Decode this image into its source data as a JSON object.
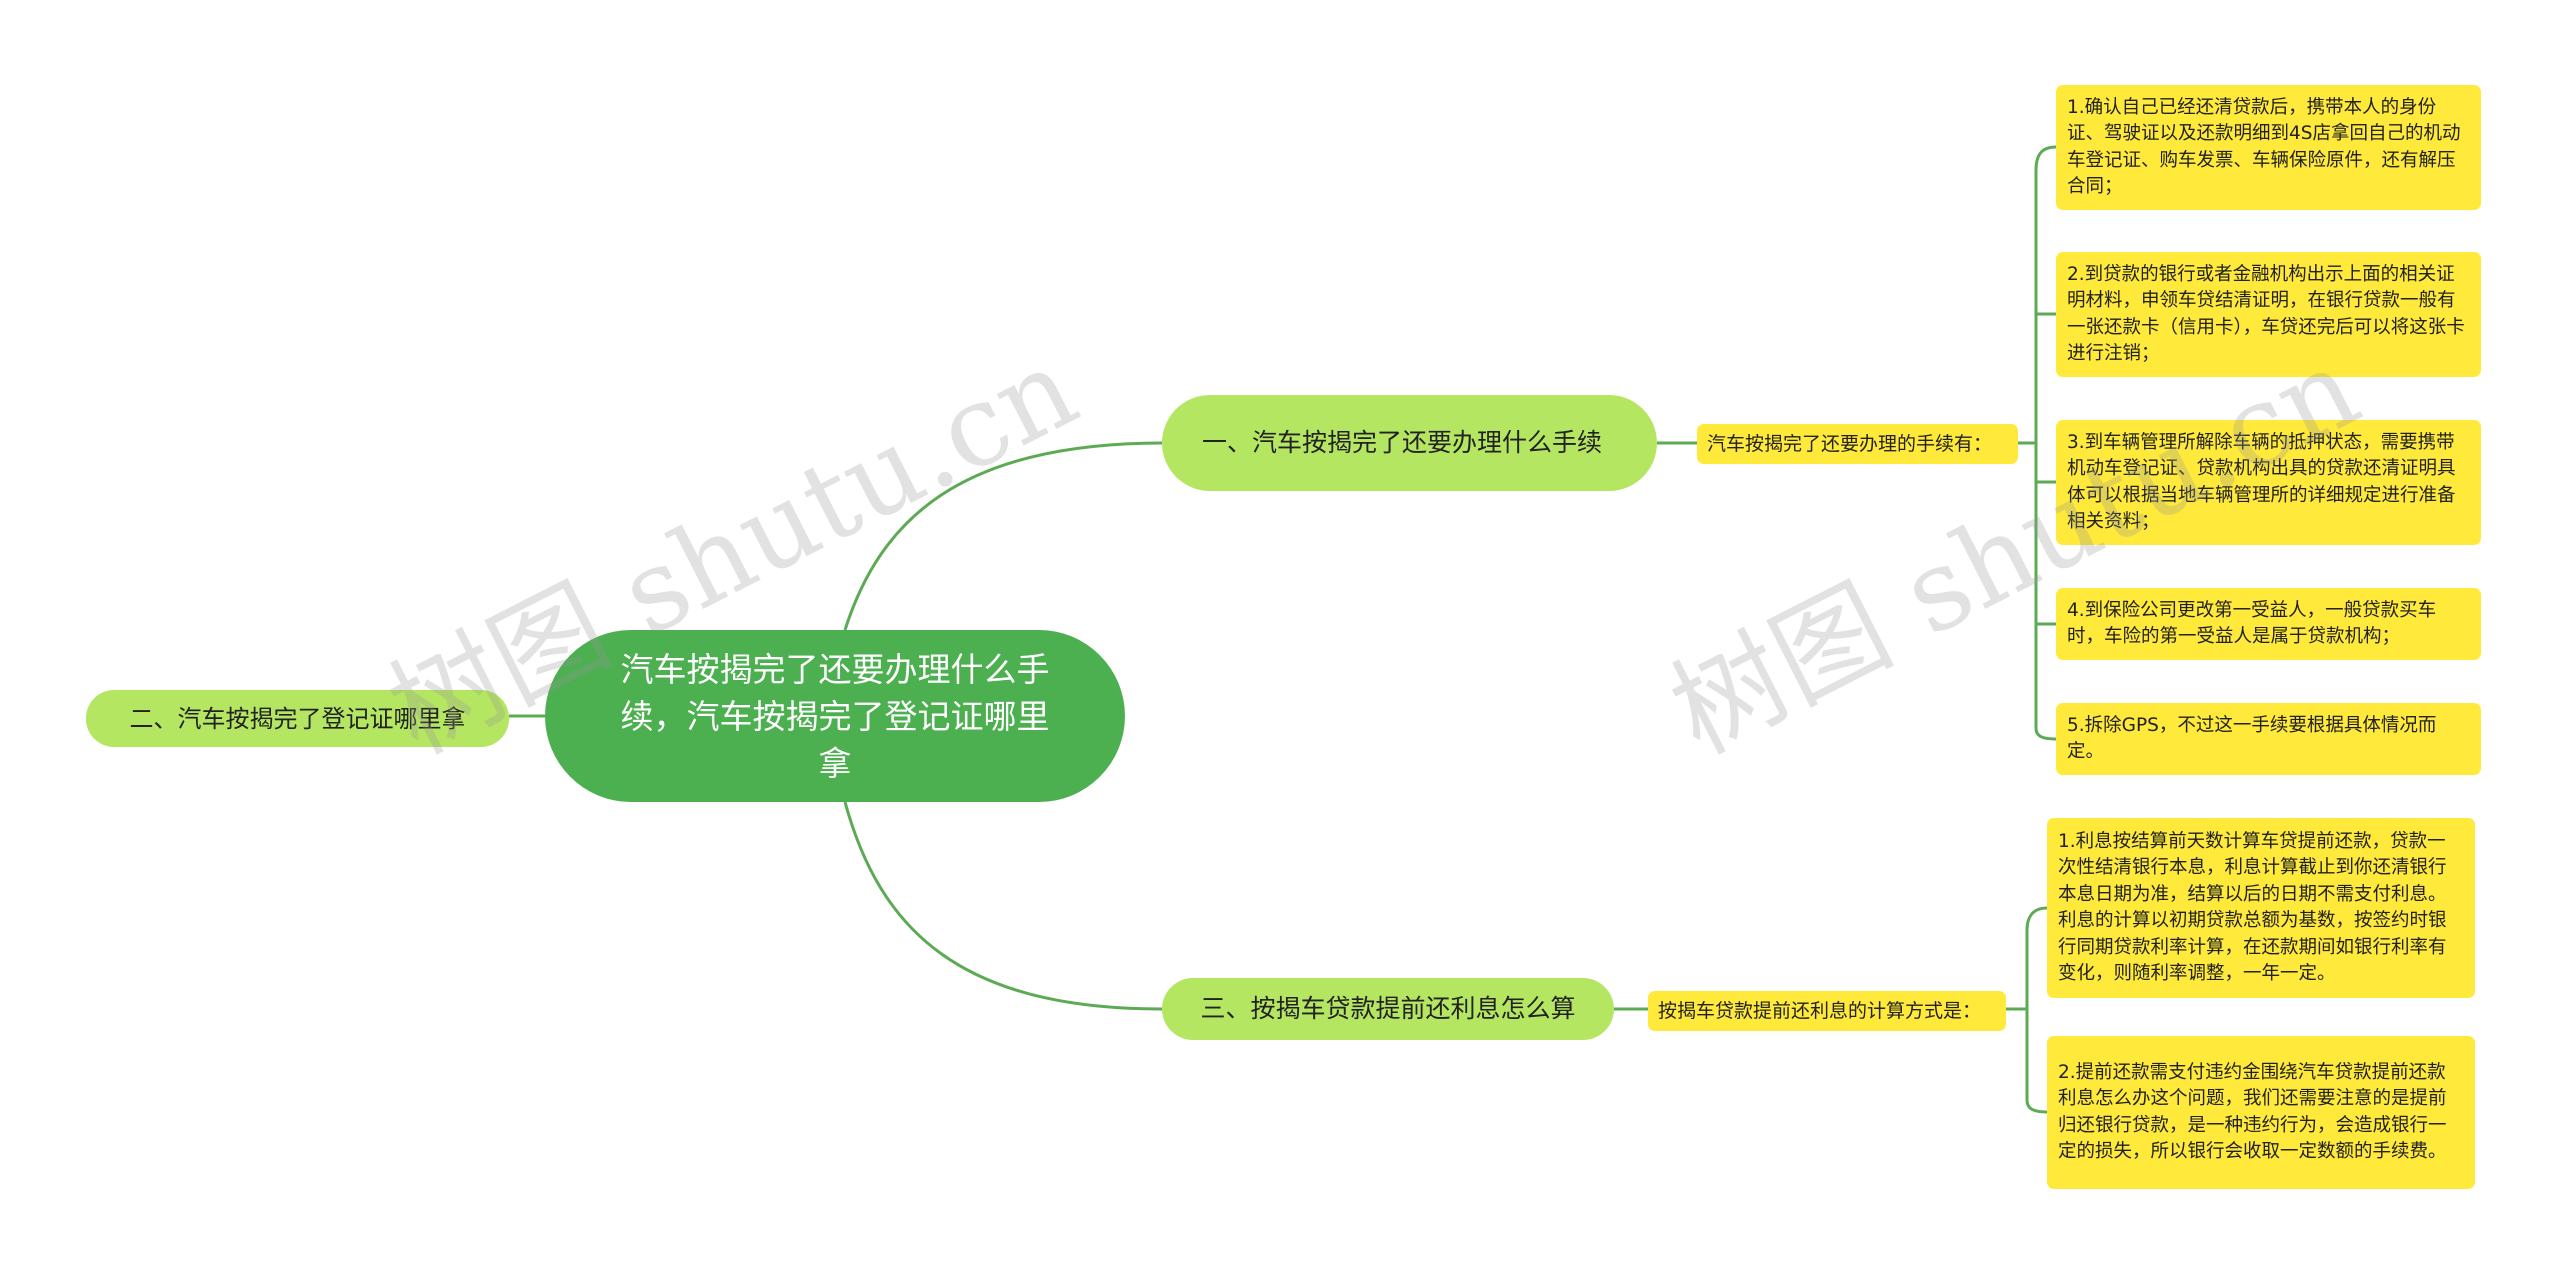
{
  "diagram": {
    "root": "汽车按揭完了还要办理什么手续，汽车按揭完了登记证哪里拿",
    "branches": [
      {
        "label": "一、汽车按揭完了还要办理什么手续",
        "sub": "汽车按揭完了还要办理的手续有：",
        "items": [
          "1.确认自己已经还清贷款后，携带本人的身份证、驾驶证以及还款明细到4S店拿回自己的机动车登记证、购车发票、车辆保险原件，还有解压合同；",
          "2.到贷款的银行或者金融机构出示上面的相关证明材料，申领车贷结清证明，在银行贷款一般有一张还款卡（信用卡），车贷还完后可以将这张卡进行注销；",
          "3.到车辆管理所解除车辆的抵押状态，需要携带机动车登记证、贷款机构出具的贷款还清证明具体可以根据当地车辆管理所的详细规定进行准备相关资料；",
          "4.到保险公司更改第一受益人，一般贷款买车时，车险的第一受益人是属于贷款机构；",
          "5.拆除GPS，不过这一手续要根据具体情况而定。"
        ]
      },
      {
        "label": "二、汽车按揭完了登记证哪里拿"
      },
      {
        "label": "三、按揭车贷款提前还利息怎么算",
        "sub": "按揭车贷款提前还利息的计算方式是：",
        "items": [
          "1.利息按结算前天数计算车贷提前还款，贷款一次性结清银行本息，利息计算截止到你还清银行本息日期为准，结算以后的日期不需支付利息。利息的计算以初期贷款总额为基数，按签约时银行同期贷款利率计算，在还款期间如银行利率有变化，则随利率调整，一年一定。",
          "2.提前还款需支付违约金围绕汽车贷款提前还款利息怎么办这个问题，我们还需要注意的是提前归还银行贷款，是一种违约行为，会造成银行一定的损失，所以银行会收取一定数额的手续费。"
        ]
      }
    ]
  },
  "watermarks": [
    "树图 shutu.cn",
    "树图 shutu.cn"
  ],
  "colors": {
    "root": "#4caf50",
    "branch": "#b5e662",
    "leaf": "#ffe93a",
    "line": "#5daa55"
  }
}
